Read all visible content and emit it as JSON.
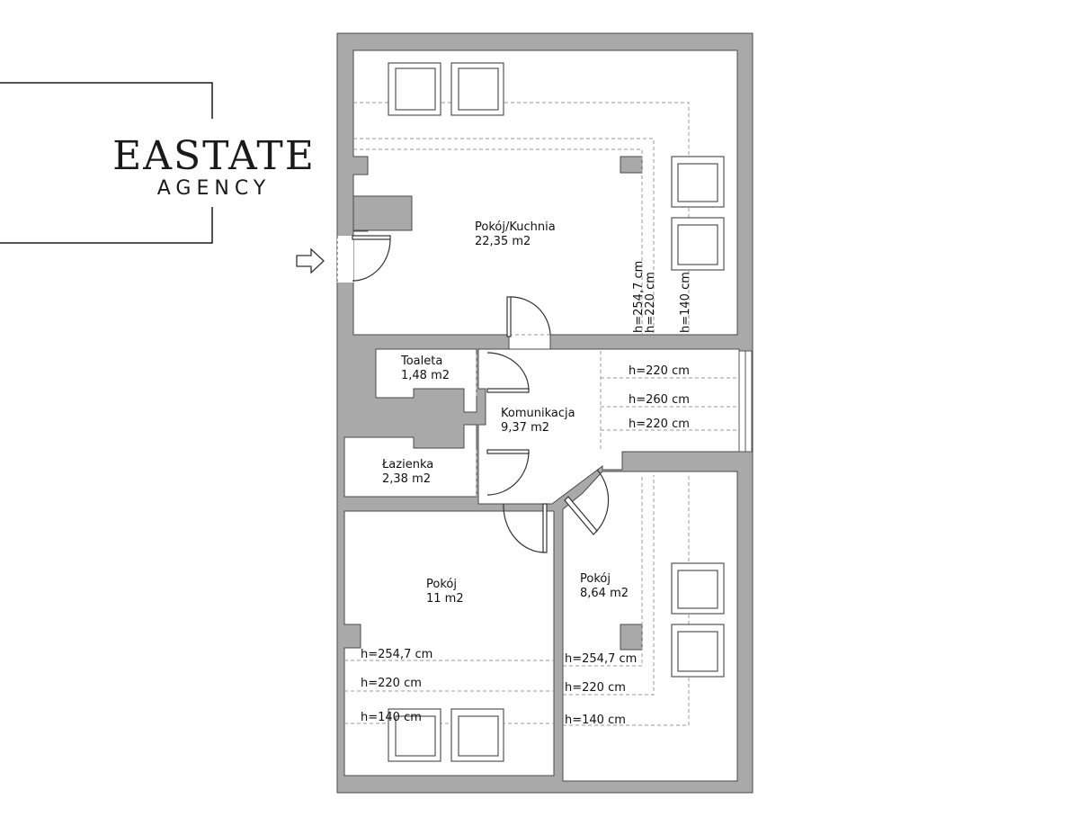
{
  "logo": {
    "main": "EASTATE",
    "sub": "AGENCY"
  },
  "rooms": {
    "pokoj_kuchnia": {
      "name": "Pokój/Kuchnia",
      "area": "22,35 m2"
    },
    "toaleta": {
      "name": "Toaleta",
      "area": "1,48 m2"
    },
    "komunikacja": {
      "name": "Komunikacja",
      "area": "9,37 m2"
    },
    "lazienka": {
      "name": "Łazienka",
      "area": "2,38 m2"
    },
    "pokoj_11": {
      "name": "Pokój",
      "area": "11 m2"
    },
    "pokoj_864": {
      "name": "Pokój",
      "area": "8,64 m2"
    }
  },
  "heights": {
    "top_vertical": [
      "h=254,7 cm",
      "h=220 cm",
      "h=140 cm"
    ],
    "corridor": [
      "h=220 cm",
      "h=260 cm",
      "h=220 cm"
    ],
    "left_room": [
      "h=254,7 cm",
      "h=220 cm",
      "h=140 cm"
    ],
    "right_room": [
      "h=254,7 cm",
      "h=220 cm",
      "h=140 cm"
    ]
  },
  "icons": {
    "entrance": "entrance-arrow-icon"
  }
}
